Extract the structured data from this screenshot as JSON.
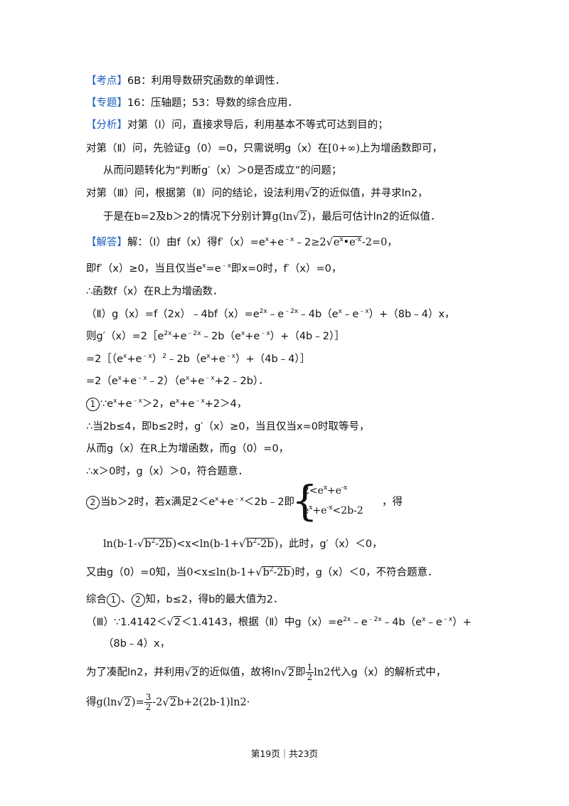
{
  "l01": {
    "tag": "【考点】",
    "text": "6B：利用导数研究函数的单调性．"
  },
  "l02": {
    "tag": "【专题】",
    "text": "16：压轴题；53：导数的综合应用．"
  },
  "l03": {
    "tag": "【分析】",
    "text": "对第（Ⅰ）问，直接求导后，利用基本不等式可达到目的；"
  },
  "l04": {
    "a": "对第（Ⅱ）问，先验证g（0）=0，只需说明g（x）在",
    "b": "[0+∞)",
    "c": "上为增函数即可，"
  },
  "l05": {
    "text": "从而问题转化为“判断g′（x）＞0是否成立”的问题；"
  },
  "l06": {
    "a": "对第（Ⅲ）问，根据第（Ⅱ）问的结论，设法利用",
    "r": "2",
    "b": "的近似值，并寻求ln2，"
  },
  "l07": {
    "a": "于是在b=2及b＞2的情况下分别计算",
    "g": "g(ln",
    "r": "2",
    "g2": ")",
    "b": "，最后可估计ln2的近似值．"
  },
  "l08": {
    "tag": "【解答】",
    "a": "解：（Ⅰ）由f（x）得f′（x）=e",
    "sup1": "x",
    "b": "+e",
    "sup2": "﹣x",
    "c": "﹣2",
    "d": "≥2",
    "r": "e",
    "rsup1": "x",
    "r2": "•e",
    "rsup2": "-x",
    "e": "-2=0，"
  },
  "l09": {
    "a": "即f′（x）≥0，当且仅当e",
    "sup1": "x",
    "b": "=e",
    "sup2": "﹣x",
    "c": "即x=0时，f′（x）=0，"
  },
  "l10": {
    "text": "∴函数f（x）在R上为增函数．"
  },
  "l11": {
    "a": "（Ⅱ）g（x）=f（2x）﹣4bf（x）=e",
    "s1": "2x",
    "b": "﹣e",
    "s2": "﹣2x",
    "c": "﹣4b（e",
    "s3": "x",
    "d": "﹣e",
    "s4": "﹣x",
    "e": "）+（8b﹣4）x，"
  },
  "l12": {
    "a": "则g′（x）=2［e",
    "s1": "2x",
    "b": "+e",
    "s2": "﹣2x",
    "c": "﹣2b（e",
    "s3": "x",
    "d": "+e",
    "s4": "﹣x",
    "e": "）+（4b﹣2）］"
  },
  "l13": {
    "a": "=2［（e",
    "s1": "x",
    "b": "+e",
    "s2": "﹣x",
    "c": "）",
    "s3": "2",
    "d": "﹣2b（e",
    "s4": "x",
    "e": "+e",
    "s5": "﹣x",
    "f": "）+（4b﹣4）］"
  },
  "l14": {
    "a": "=2（e",
    "s1": "x",
    "b": "+e",
    "s2": "﹣x",
    "c": "﹣2）（e",
    "s3": "x",
    "d": "+e",
    "s4": "﹣x",
    "e": "+2﹣2b）．"
  },
  "l15": {
    "circ": "1",
    "a": "∵e",
    "s1": "x",
    "b": "+e",
    "s2": "﹣x",
    "c": "＞2，e",
    "s3": "x",
    "d": "+e",
    "s4": "﹣x",
    "e": "+2＞4，"
  },
  "l16": {
    "text": "∴当2b≤4，即b≤2时，g′（x）≥0，当且仅当x=0时取等号，"
  },
  "l17": {
    "text": "从而g（x）在R上为增函数，而g（0）=0，"
  },
  "l18": {
    "text": "∴x＞0时，g（x）＞0，符合题意．"
  },
  "l19": {
    "circ": "2",
    "a": "当b＞2时，若x满足2＜e",
    "s1": "x",
    "b": "+e",
    "s2": "﹣x",
    "c": "＜2b﹣2即",
    "sys1": "2<e",
    "sys1s": "x",
    "sys1b": "+e",
    "sys1t": "-x",
    "sys2": "e",
    "sys2s": "x",
    "sys2b": "+e",
    "sys2t": "-x",
    "sys2c": "<2b-2",
    "d": "，得"
  },
  "l20": {
    "a": "ln(b-1-",
    "r1": "b",
    "r1s": "2",
    "r1b": "-2b",
    "b": ")<x<ln(b-1+",
    "r2": "b",
    "r2s": "2",
    "r2b": "-2b",
    "c": ")",
    "d": "，此时，g′（x）＜0，"
  },
  "l21": {
    "a": "又由g（0）=0知，当",
    "m": "0<x≤ln(b-1+",
    "r": "b",
    "rs": "2",
    "rb": "-2b",
    "m2": ")",
    "b": "时，g（x）＜0，不符合题意．"
  },
  "l22": {
    "a": "综合",
    "c1": "1",
    "b": "、",
    "c2": "2",
    "c": "知，b≤2，得b的最大值为2．"
  },
  "l23": {
    "a": "（Ⅲ）∵1.4142＜",
    "r": "2",
    "b": "＜1.4143，根据（Ⅱ）中g（x）=e",
    "s1": "2x",
    "c": "﹣e",
    "s2": "﹣2x",
    "d": "﹣4b（e",
    "s3": "x",
    "e": "﹣e",
    "s4": "﹣x",
    "f": "）+"
  },
  "l24": {
    "text": "（8b﹣4）x，"
  },
  "l25": {
    "a": "为了凑配ln2，并利用",
    "r": "2",
    "b": "的近似值，故将ln",
    "r2": "2",
    "c": "即",
    "num": "1",
    "den": "2",
    "d": "ln2",
    "e": "代入g（x）的解析式中，"
  },
  "l26": {
    "a": "得",
    "m": "g(ln",
    "r": "2",
    "m2": ")=",
    "num": "3",
    "den": "2",
    "b": "-2",
    "r2": "2",
    "c": "b+2(2b-1)ln2·"
  },
  "footer": "第19页｜共23页",
  "colors": {
    "tag": "#1f5fbf",
    "text": "#111111"
  }
}
